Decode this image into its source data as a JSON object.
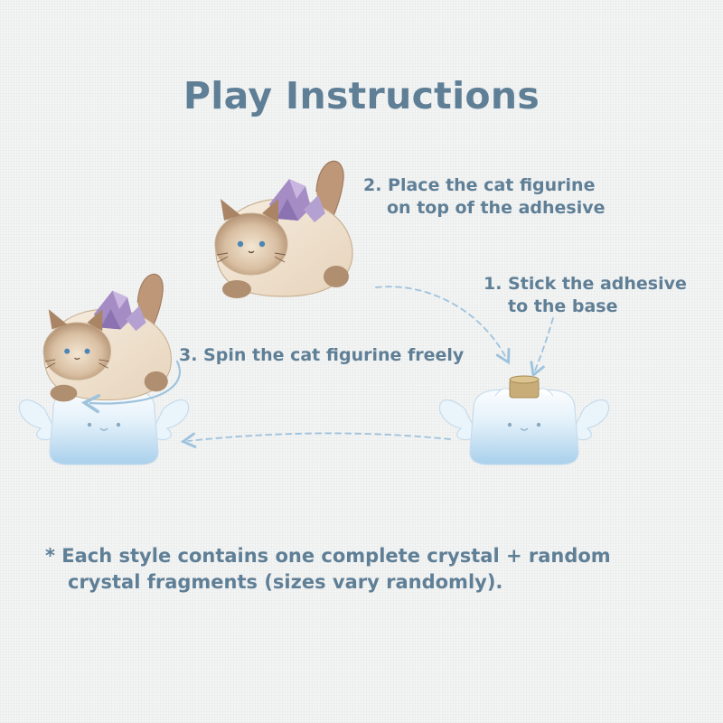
{
  "title": "Play Instructions",
  "steps": {
    "step1": {
      "line1": "1. Stick the adhesive",
      "line2": "to the base"
    },
    "step2": {
      "line1": "2. Place the cat figurine",
      "line2": "on top of the adhesive"
    },
    "step3": {
      "line1": "3. Spin the cat figurine freely"
    }
  },
  "note": {
    "line1": "* Each style contains one complete crystal + random",
    "line2": "crystal fragments (sizes vary randomly)."
  },
  "colors": {
    "text": "#5f7f96",
    "arrow": "#9ec3dd",
    "base_blue": "#b7d8ef",
    "cat_body": "#efe1cc",
    "cat_point": "#a07a5e",
    "crystal": "#a58cc4",
    "adhesive": "#c9ad78"
  }
}
